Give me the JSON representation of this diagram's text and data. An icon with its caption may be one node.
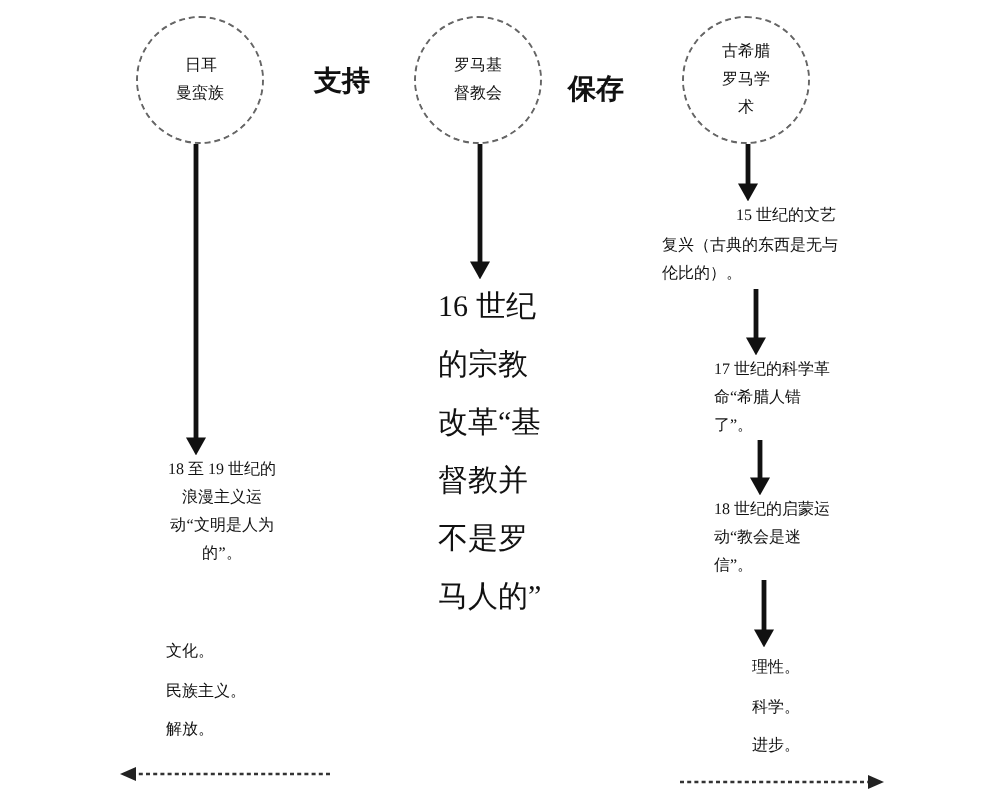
{
  "diagram": {
    "nodes": [
      {
        "text": [
          "日耳曼蛮族"
        ]
      },
      {
        "text": [
          "罗马基督教会"
        ]
      },
      {
        "text": [
          "古希腊罗马学术"
        ]
      },
      {
        "text": [
          "18 至 19 世纪的浪漫主义运动“文明是人为的”。"
        ]
      },
      {
        "text": [
          "16 世纪的宗教改革“基督教并不是罗马人的”"
        ]
      },
      {
        "text": [
          "15 世纪的文艺复兴（古典的东西是无与伦比的）。"
        ]
      },
      {
        "text": [
          "17 世纪的科学革命“希腊人错了”。"
        ]
      },
      {
        "text": [
          "18 世纪的启蒙运动“教会是迷信”。"
        ]
      },
      {
        "text": [
          "理性。",
          "科学。",
          "进步。"
        ]
      }
    ],
    "edges": [
      {
        "from": 0,
        "to": 3,
        "arrow": "to"
      },
      {
        "from": 1,
        "to": 4,
        "arrow": "to"
      },
      {
        "from": 2,
        "to": 5,
        "arrow": "to"
      },
      {
        "from": 5,
        "to": 6,
        "arrow": "to"
      },
      {
        "from": 6,
        "to": 7,
        "arrow": "to"
      },
      {
        "from": 7,
        "to": 8,
        "arrow": "to"
      }
    ],
    "labels": [
      "支持",
      "保存",
      "文化。",
      "民族主义。",
      "解放。"
    ]
  }
}
